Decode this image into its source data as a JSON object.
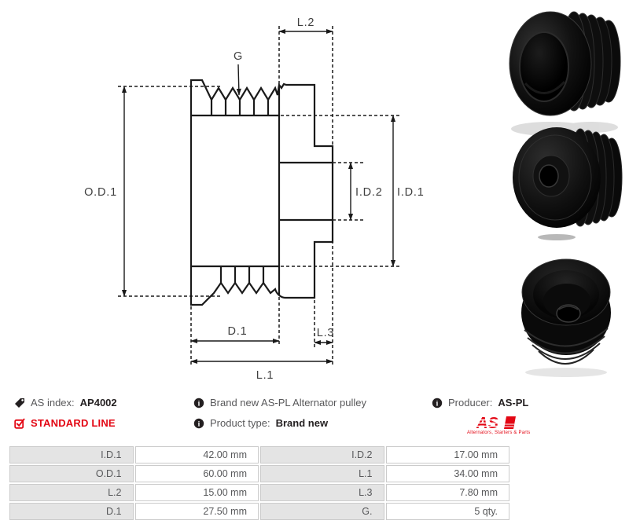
{
  "diagram": {
    "labels": {
      "l2": "L.2",
      "g": "G",
      "od1": "O.D.1",
      "id2": "I.D.2",
      "id1": "I.D.1",
      "d1": "D.1",
      "l3": "L.3",
      "l1": "L.1"
    }
  },
  "info": {
    "as_index_label": "AS index:",
    "as_index_value": "AP4002",
    "standard_line": "STANDARD LINE",
    "description": "Brand new AS-PL Alternator pulley",
    "product_type_label": "Product type:",
    "product_type_value": "Brand new",
    "producer_label": "Producer:",
    "producer_value": "AS-PL",
    "logo_text": "AS",
    "logo_tagline": "Alternators, Starters & Parts"
  },
  "icons": {
    "tag": "tag-icon",
    "standard_line": "checkbox-checked-icon",
    "info": "info-icon"
  },
  "colors": {
    "accent_red": "#e30613",
    "drawing_line": "#1a1a1a",
    "text_gray": "#58585a",
    "table_label_bg": "#e4e4e4"
  },
  "table": {
    "rows": [
      {
        "label1": "I.D.1",
        "value1": "42.00 mm",
        "label2": "I.D.2",
        "value2": "17.00 mm"
      },
      {
        "label1": "O.D.1",
        "value1": "60.00 mm",
        "label2": "L.1",
        "value2": "34.00 mm"
      },
      {
        "label1": "L.2",
        "value1": "15.00 mm",
        "label2": "L.3",
        "value2": "7.80 mm"
      },
      {
        "label1": "D.1",
        "value1": "27.50 mm",
        "label2": "G.",
        "value2": "5 qty."
      }
    ]
  }
}
